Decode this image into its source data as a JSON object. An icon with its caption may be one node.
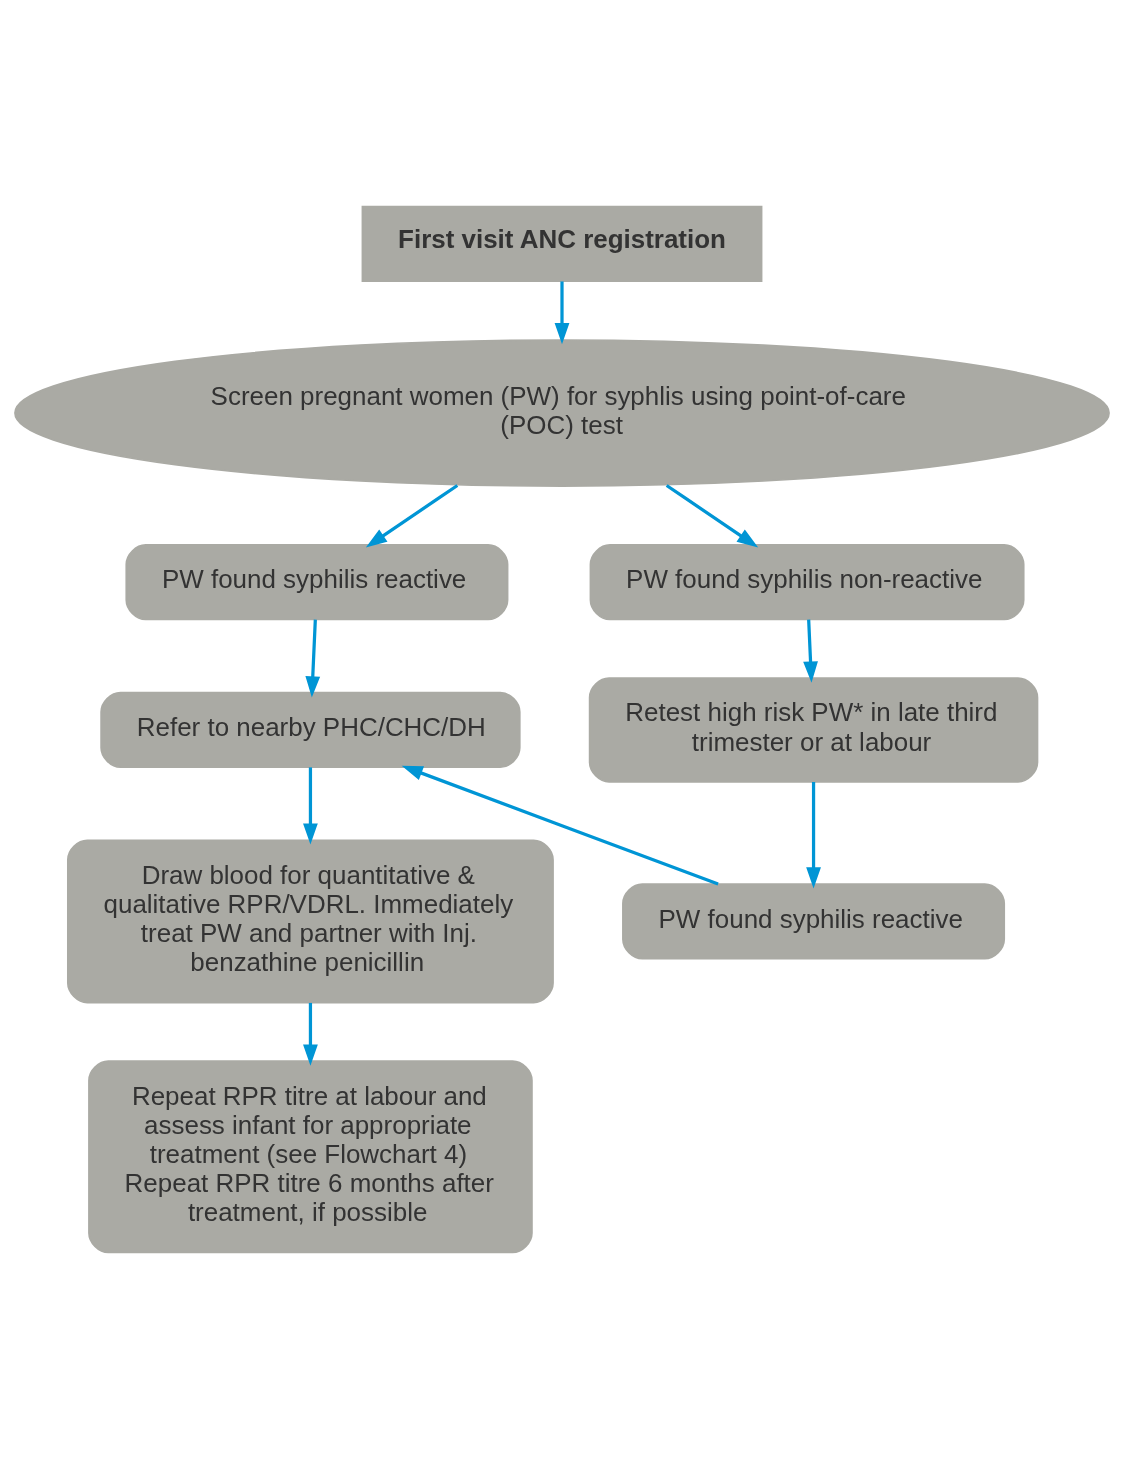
{
  "diagram": {
    "nodes": [
      {
        "text": [
          "First visit ANC registration"
        ]
      },
      {
        "text": [
          "Screen pregnant women (PW) for syphlis using point-of-care (POC) test"
        ]
      },
      {
        "text": [
          "PW found syphilis reactive"
        ]
      },
      {
        "text": [
          "PW found syphilis non-reactive"
        ]
      },
      {
        "text": [
          "Refer to nearby PHC/CHC/DH"
        ]
      },
      {
        "text": [
          "Retest high risk PW* in late third trimester or at labour"
        ]
      },
      {
        "text": [
          "Draw blood for quantitative & qualitative RPR/VDRL. Immediately treat PW and partner with Inj. benzathine penicillin"
        ]
      },
      {
        "text": [
          "PW found syphilis reactive"
        ]
      },
      {
        "text": [
          "Repeat RPR titre at labour and assess infant for appropriate treatment (see Flowchart 4)",
          "Repeat RPR titre 6 months after treatment, if possible"
        ]
      }
    ],
    "edges": [
      {
        "from": 0,
        "to": 1,
        "arrow": "to"
      },
      {
        "from": 1,
        "to": 2,
        "arrow": "to"
      },
      {
        "from": 1,
        "to": 3,
        "arrow": "to"
      },
      {
        "from": 2,
        "to": 4,
        "arrow": "to"
      },
      {
        "from": 3,
        "to": 5,
        "arrow": "to"
      },
      {
        "from": 4,
        "to": 6,
        "arrow": "to"
      },
      {
        "from": 5,
        "to": 7,
        "arrow": "to"
      },
      {
        "from": 7,
        "to": 4,
        "arrow": "to"
      },
      {
        "from": 6,
        "to": 8,
        "arrow": "to"
      }
    ]
  }
}
